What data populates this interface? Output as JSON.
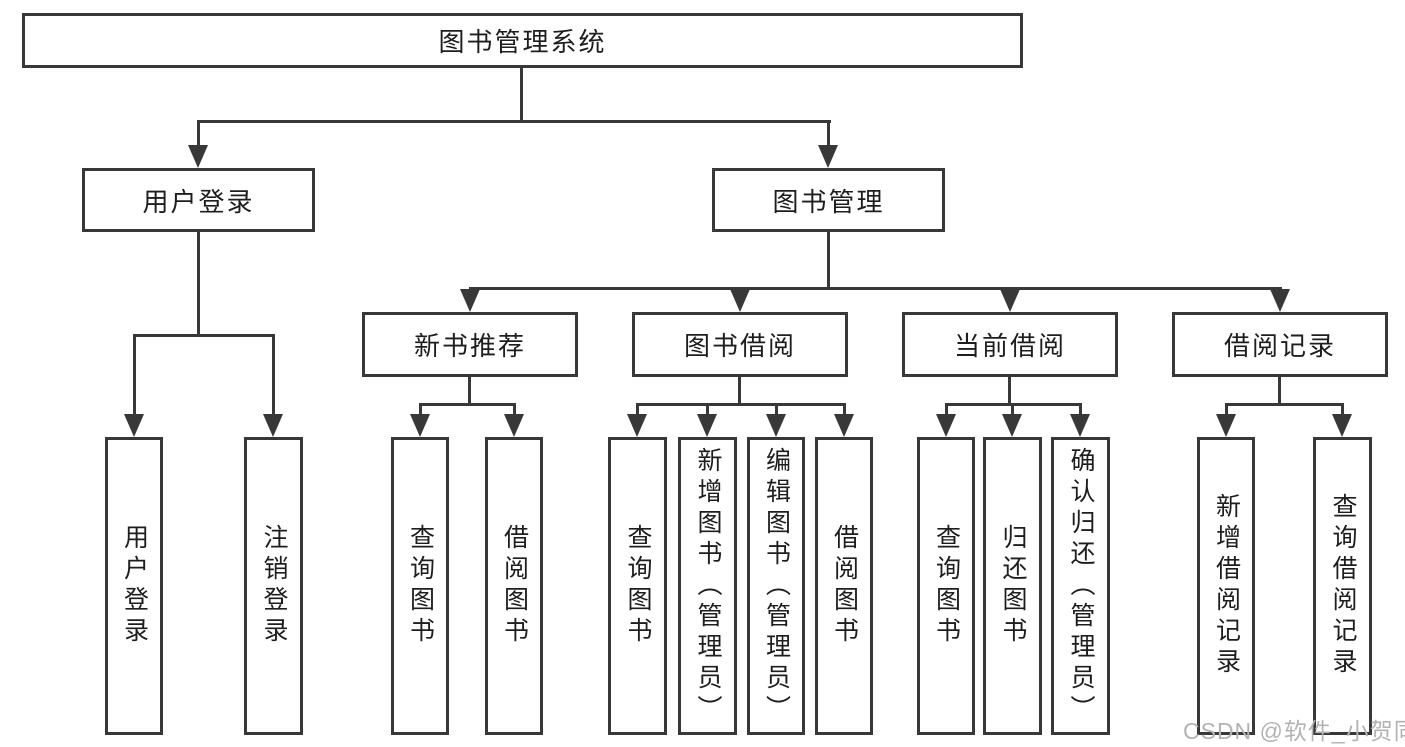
{
  "tree": {
    "label": "图书管理系统",
    "children": [
      {
        "label": "用户登录",
        "children": [
          {
            "label": "用户登录"
          },
          {
            "label": "注销登录"
          }
        ]
      },
      {
        "label": "图书管理",
        "children": [
          {
            "label": "新书推荐",
            "children": [
              {
                "label": "查询图书"
              },
              {
                "label": "借阅图书"
              }
            ]
          },
          {
            "label": "图书借阅",
            "children": [
              {
                "label": "查询图书"
              },
              {
                "label": "新增图书（管理员）"
              },
              {
                "label": "编辑图书（管理员）"
              },
              {
                "label": "借阅图书"
              }
            ]
          },
          {
            "label": "当前借阅",
            "children": [
              {
                "label": "查询图书"
              },
              {
                "label": "归还图书"
              },
              {
                "label": "确认归还（管理员）"
              }
            ]
          },
          {
            "label": "借阅记录",
            "children": [
              {
                "label": "新增借阅记录"
              },
              {
                "label": "查询借阅记录"
              }
            ]
          }
        ]
      }
    ]
  },
  "watermark": {
    "text": "CSDN @软件_小贺同学"
  },
  "colors": {
    "line": "#383838",
    "text": "#1e1e1e",
    "background": "#ffffff",
    "watermark": "#b3b3b3"
  }
}
